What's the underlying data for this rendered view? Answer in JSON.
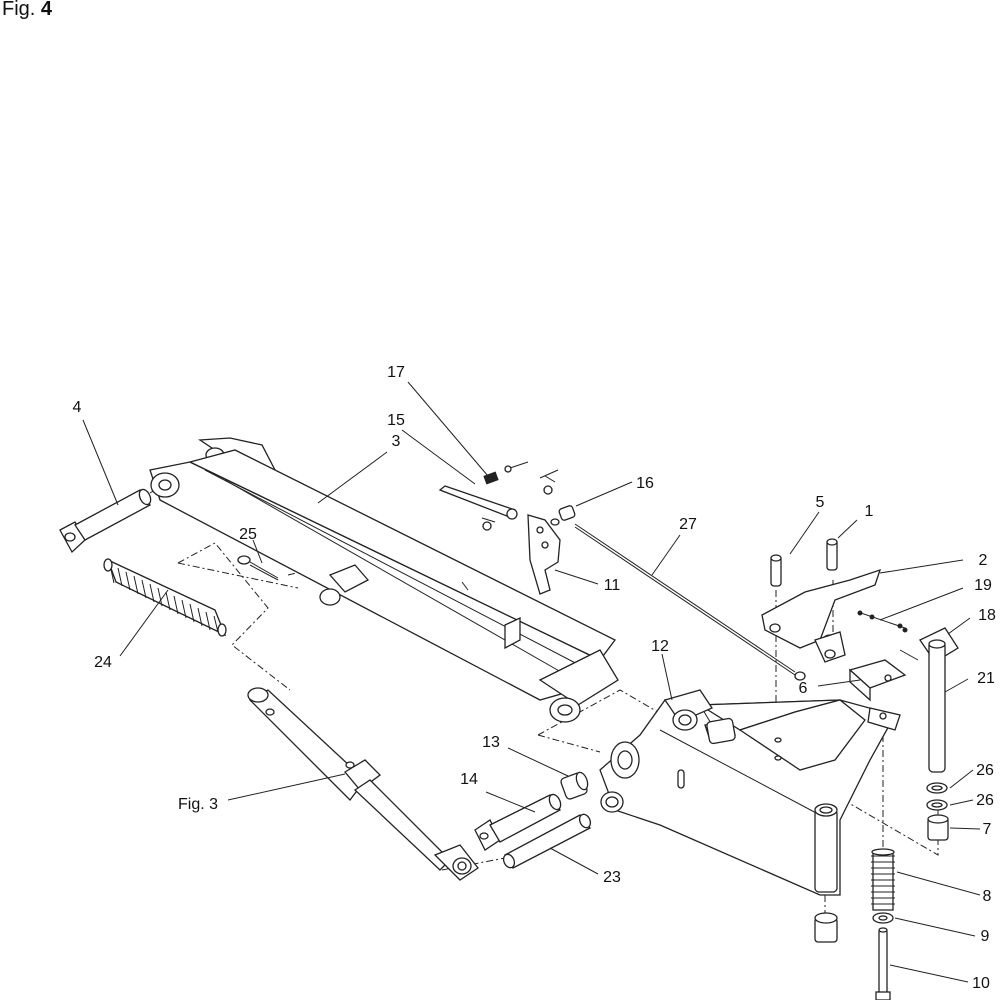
{
  "figure": {
    "title_prefix": "Fig.",
    "title_number": "4"
  },
  "callouts": [
    {
      "id": "c-17",
      "text": "17"
    },
    {
      "id": "c-4",
      "text": "4"
    },
    {
      "id": "c-15",
      "text": "15"
    },
    {
      "id": "c-3",
      "text": "3"
    },
    {
      "id": "c-16",
      "text": "16"
    },
    {
      "id": "c-5",
      "text": "5"
    },
    {
      "id": "c-1",
      "text": "1"
    },
    {
      "id": "c-27",
      "text": "27"
    },
    {
      "id": "c-25",
      "text": "25"
    },
    {
      "id": "c-11",
      "text": "11"
    },
    {
      "id": "c-2",
      "text": "2"
    },
    {
      "id": "c-19",
      "text": "19"
    },
    {
      "id": "c-18",
      "text": "18"
    },
    {
      "id": "c-12",
      "text": "12"
    },
    {
      "id": "c-6",
      "text": "6"
    },
    {
      "id": "c-21",
      "text": "21"
    },
    {
      "id": "c-24",
      "text": "24"
    },
    {
      "id": "c-13",
      "text": "13"
    },
    {
      "id": "c-26a",
      "text": "26"
    },
    {
      "id": "c-26b",
      "text": "26"
    },
    {
      "id": "c-14",
      "text": "14"
    },
    {
      "id": "c-fig3",
      "text": "Fig. 3"
    },
    {
      "id": "c-7",
      "text": "7"
    },
    {
      "id": "c-23",
      "text": "23"
    },
    {
      "id": "c-8",
      "text": "8"
    },
    {
      "id": "c-9",
      "text": "9"
    },
    {
      "id": "c-10",
      "text": "10"
    }
  ]
}
